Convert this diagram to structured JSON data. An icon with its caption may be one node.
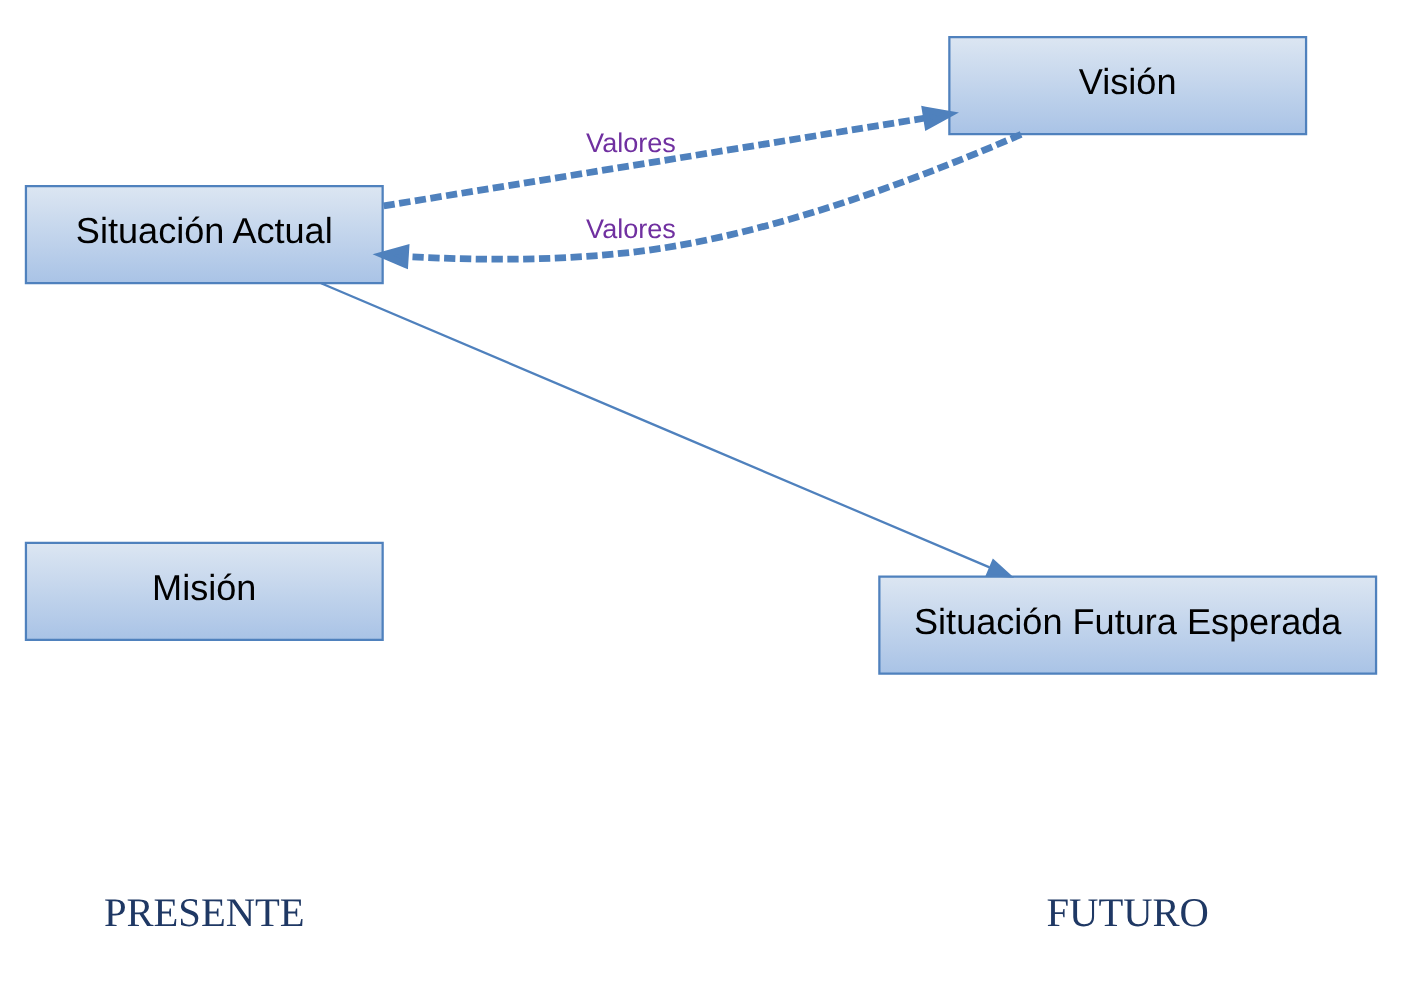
{
  "diagram": {
    "nodes": [
      {
        "text": [
          "Misión"
        ]
      },
      {
        "text": [
          "Visión"
        ]
      },
      {
        "text": [
          "Situación Actual"
        ]
      },
      {
        "text": [
          "Situación Futura Esperada"
        ]
      }
    ],
    "edges": [
      {
        "from": 2,
        "to": 1,
        "arrow": "to",
        "label": "Valores",
        "style": "dashed"
      },
      {
        "from": 1,
        "to": 2,
        "arrow": "to",
        "label": "Valores",
        "style": "dashed"
      },
      {
        "from": 2,
        "to": 3,
        "arrow": "to"
      }
    ],
    "labels": [
      "PRESENTE",
      "FUTURO"
    ]
  }
}
